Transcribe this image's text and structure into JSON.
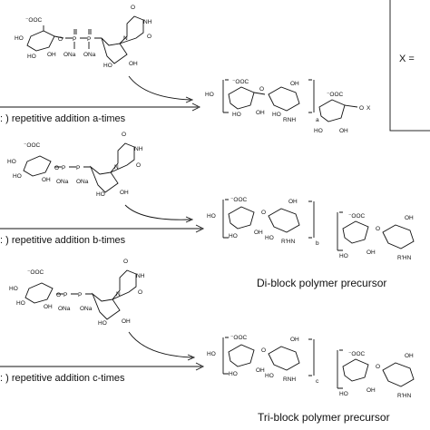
{
  "steps": [
    {
      "text": ": )  repetitive addition a-times"
    },
    {
      "text": ": )  repetitive addition b-times"
    },
    {
      "text": ": )  repetitive addition c-times"
    }
  ],
  "captions": {
    "diblock": "Di-block polymer precursor",
    "triblock": "Tri-block polymer precursor",
    "x_equals": "X ="
  },
  "repeat_subscripts": {
    "a": "a",
    "b": "b",
    "c": "c",
    "end_group": "X"
  },
  "atoms": {
    "OOC": "⁻OOC",
    "HO": "HO",
    "OH": "OH",
    "RNH": "RNH",
    "RHN": "R'HN",
    "O": "O",
    "ONa": "ONa",
    "P": "P",
    "N": "N",
    "NH": "NH"
  }
}
